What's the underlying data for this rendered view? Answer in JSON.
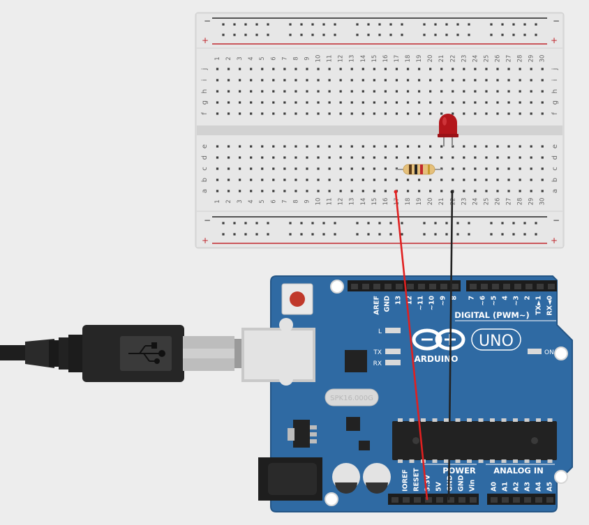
{
  "breadboard": {
    "rail_neg": "−",
    "rail_pos": "+",
    "column_count": 30,
    "rows_top": [
      "j",
      "i",
      "h",
      "g",
      "f"
    ],
    "rows_bottom": [
      "e",
      "d",
      "c",
      "b",
      "a"
    ]
  },
  "arduino": {
    "brand": "ARDUINO",
    "model": "UNO",
    "crystal": "SPK16.000G",
    "label_L": "L",
    "label_TX": "TX",
    "label_RX": "RX",
    "label_ON": "ON",
    "digital_title": "DIGITAL (PWM~)",
    "digital_pins": [
      "AREF",
      "GND",
      "13",
      "12",
      "~11",
      "~10",
      "~9",
      "8",
      "7",
      "~6",
      "~5",
      "4",
      "~3",
      "2",
      "TX►1",
      "RX◄0"
    ],
    "power_title": "POWER",
    "power_pins": [
      "IOREF",
      "RESET",
      "3.3V",
      "5V",
      "GND",
      "GND",
      "Vin"
    ],
    "analog_title": "ANALOG IN",
    "analog_pins": [
      "A0",
      "A1",
      "A2",
      "A3",
      "A4",
      "A5"
    ]
  },
  "colors": {
    "board_blue": "#2f6aa3",
    "wire_red": "#e02020",
    "wire_black": "#222222",
    "led_red": "#b3161b",
    "resistor_body": "#e5c07b"
  }
}
